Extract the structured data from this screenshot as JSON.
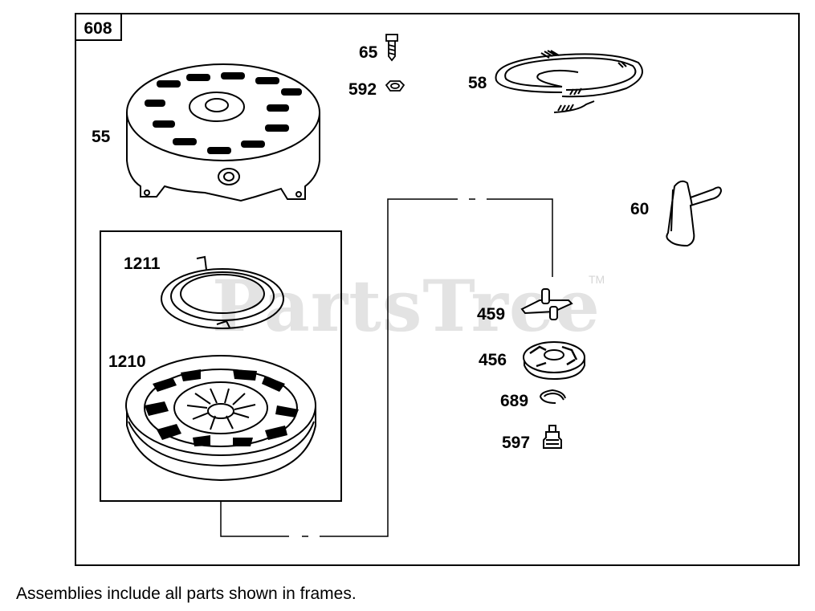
{
  "diagram": {
    "assembly_number": "608",
    "watermark": "PartsTree",
    "watermark_tm": "TM",
    "parts": [
      {
        "id": "55",
        "label": "55"
      },
      {
        "id": "65",
        "label": "65"
      },
      {
        "id": "592",
        "label": "592"
      },
      {
        "id": "58",
        "label": "58"
      },
      {
        "id": "60",
        "label": "60"
      },
      {
        "id": "1211",
        "label": "1211"
      },
      {
        "id": "1210",
        "label": "1210"
      },
      {
        "id": "459",
        "label": "459"
      },
      {
        "id": "456",
        "label": "456"
      },
      {
        "id": "689",
        "label": "689"
      },
      {
        "id": "597",
        "label": "597"
      }
    ]
  },
  "footnote": "Assemblies include all parts shown in frames."
}
